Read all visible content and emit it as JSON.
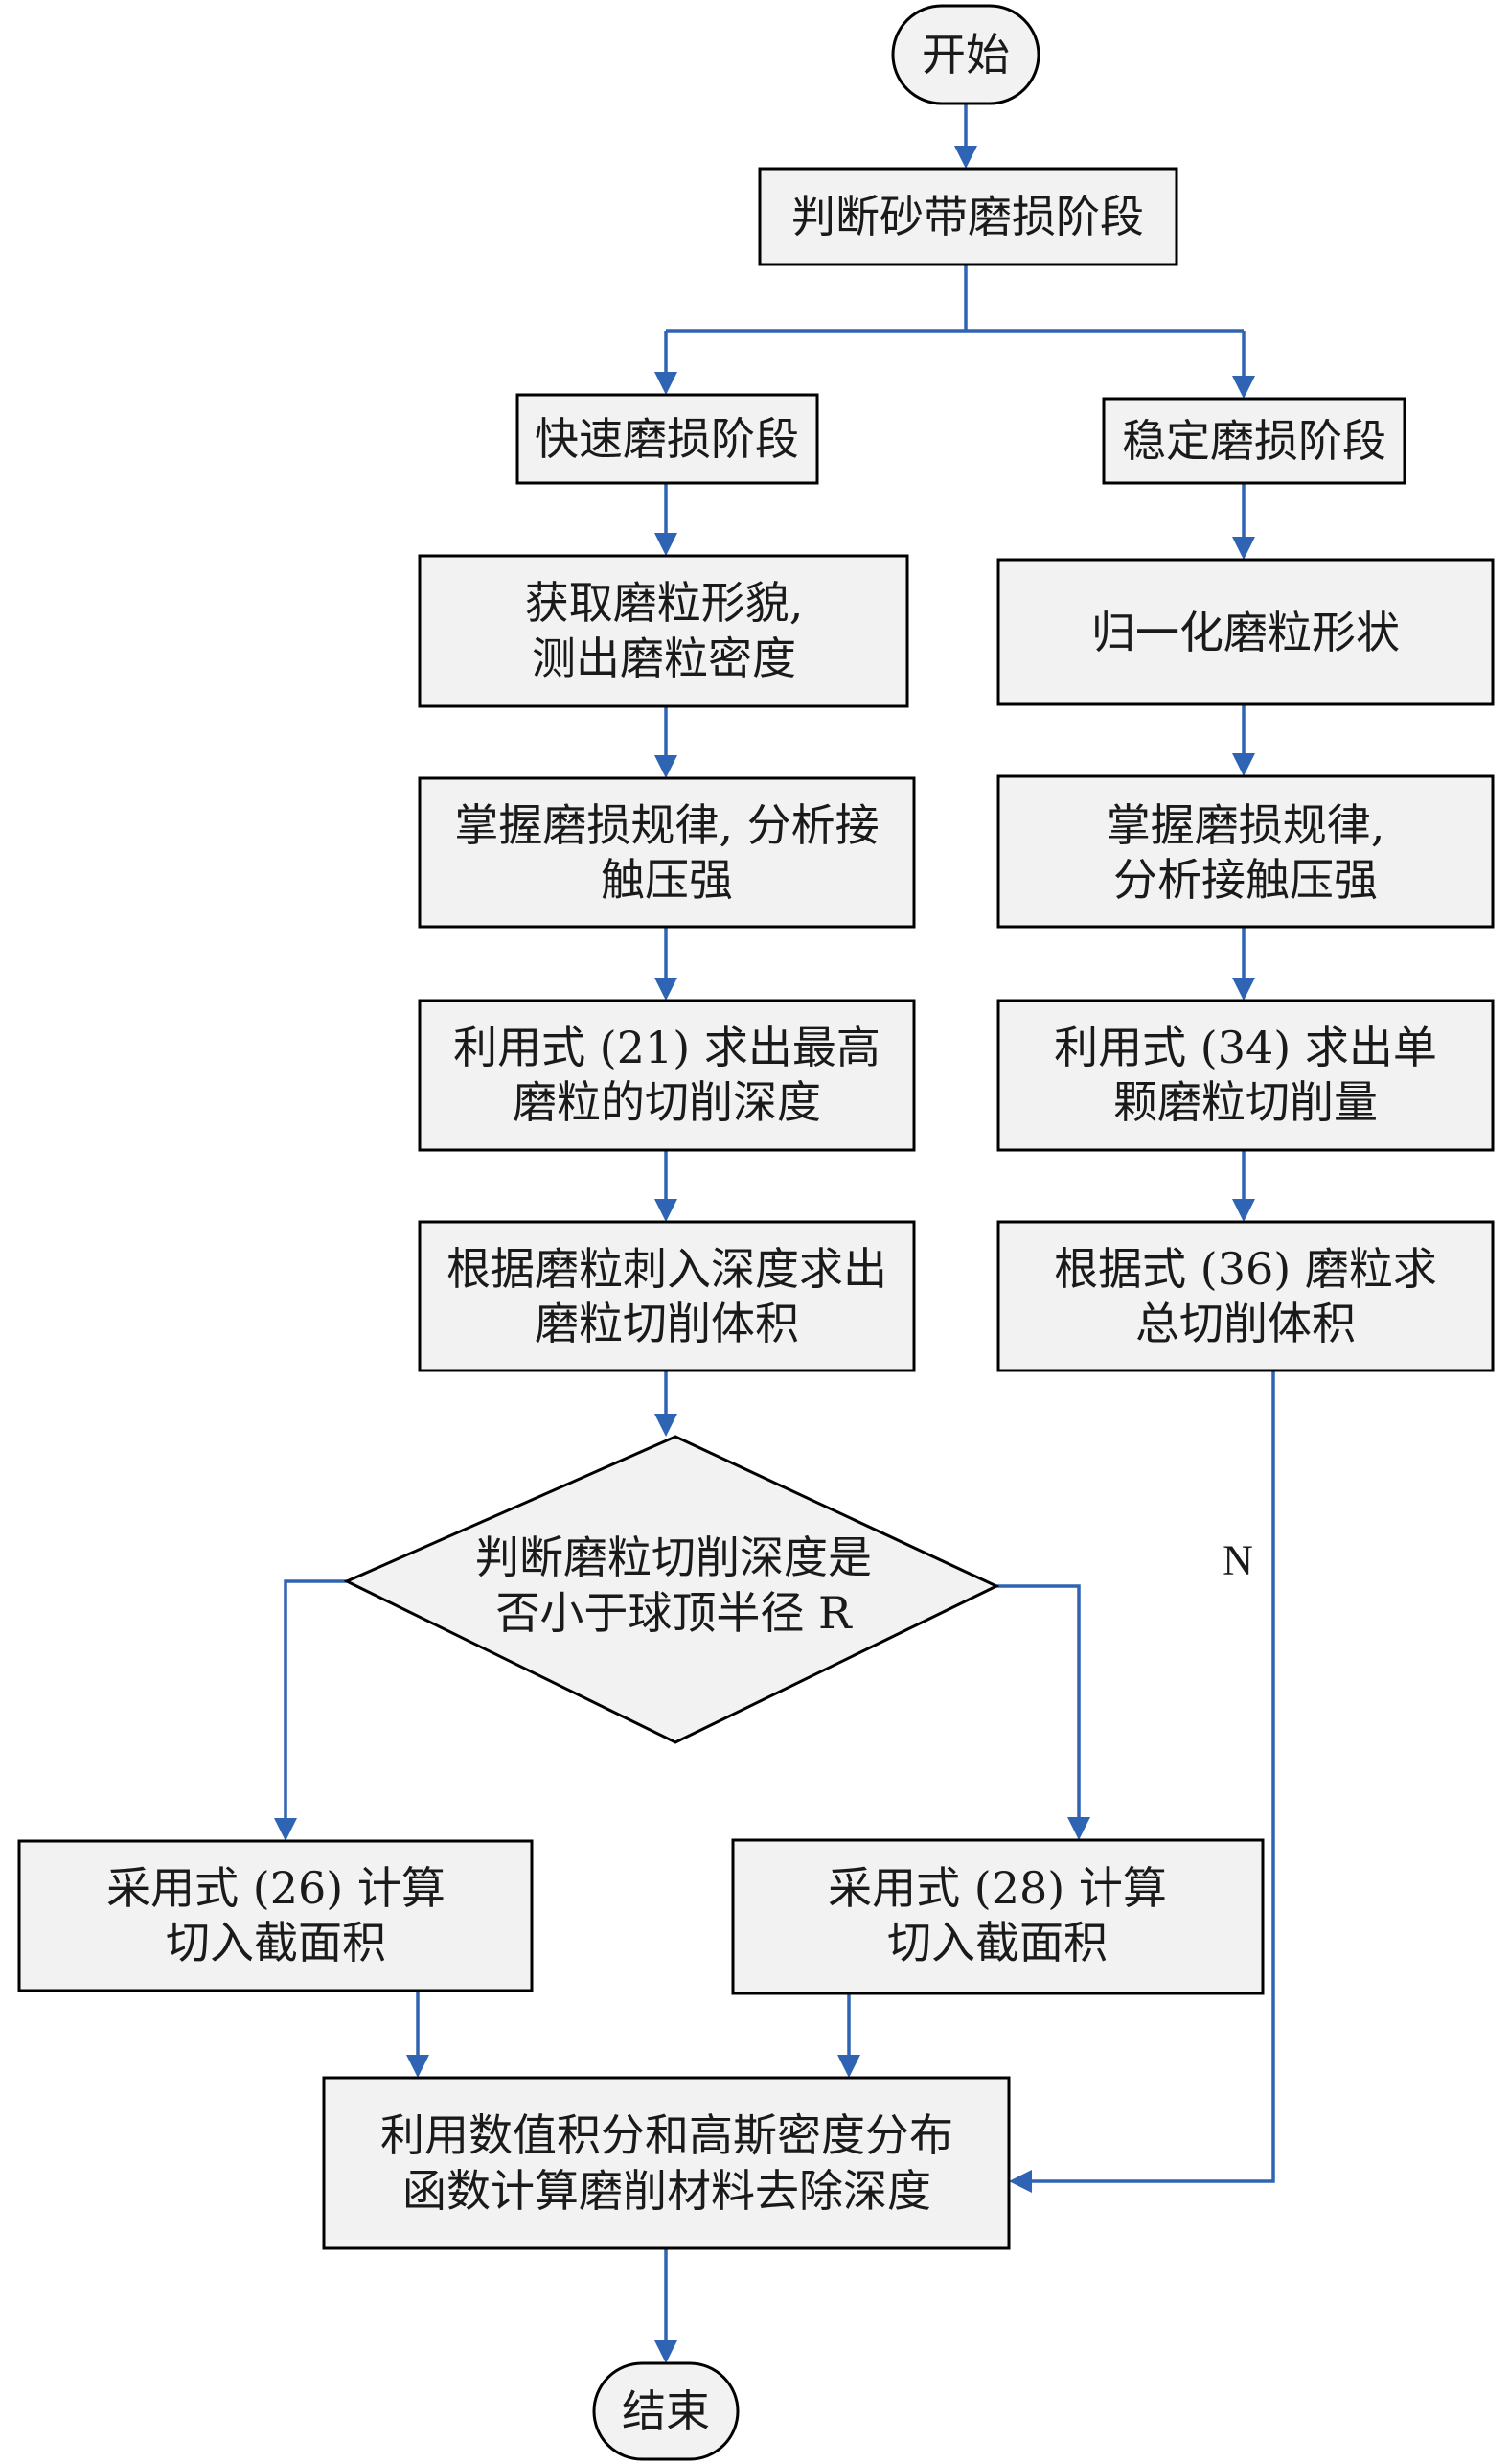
{
  "nodes": {
    "start": "开始",
    "judge_stage": "判断砂带磨损阶段",
    "fast_stage": "快速磨损阶段",
    "stable_stage": "稳定磨损阶段",
    "fast_step1": {
      "line1": "获取磨粒形貌,",
      "line2": "测出磨粒密度"
    },
    "fast_step2": {
      "line1": "掌握磨损规律, 分析接",
      "line2": "触压强"
    },
    "fast_step3": {
      "line1": "利用式 (21) 求出最高",
      "line2": "磨粒的切削深度"
    },
    "fast_step4": {
      "line1": "根据磨粒刺入深度求出",
      "line2": "磨粒切削体积"
    },
    "stable_step1": "归一化磨粒形状",
    "stable_step2": {
      "line1": "掌握磨损规律,",
      "line2": "分析接触压强"
    },
    "stable_step3": {
      "line1": "利用式 (34) 求出单",
      "line2": "颗磨粒切削量"
    },
    "stable_step4": {
      "line1": "根据式 (36) 磨粒求",
      "line2": "总切削体积"
    },
    "decision": {
      "line1": "判断磨粒切削深度是",
      "line2": "否小于球顶半径 R"
    },
    "calc_26": {
      "line1": "采用式 (26) 计算",
      "line2": "切入截面积"
    },
    "calc_28": {
      "line1": "采用式 (28) 计算",
      "line2": "切入截面积"
    },
    "final_calc": {
      "line1": "利用数值积分和高斯密度分布",
      "line2": "函数计算磨削材料去除深度"
    },
    "end": "结束"
  },
  "edge_labels": {
    "n_label": "N"
  },
  "colors": {
    "connector": "#2f64b4",
    "box_fill": "#f2f2f2",
    "box_stroke": "#000000"
  }
}
